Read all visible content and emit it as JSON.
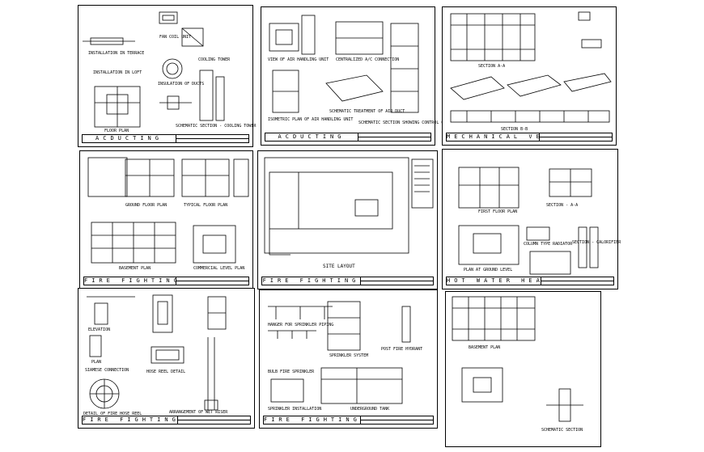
{
  "sheets": [
    {
      "id": "s1",
      "banner": "ACDUCTING",
      "labels": [
        "INSTALLATION IN TERRACE",
        "FAN COIL UNIT",
        "INSTALLATION IN LOFT",
        "INSULATION OF DUCTS",
        "COOLING TOWER",
        "FLOOR PLAN",
        "SCHEMATIC SECTION - COOLING TOWER"
      ]
    },
    {
      "id": "s2",
      "banner": "ACDUCTING",
      "labels": [
        "VIEW OF AIR HANDLING UNIT",
        "CENTRALIZED A/C CONNECTION",
        "ISOMETRIC PLAN OF AIR HANDLING UNIT",
        "SCHEMATIC TREATMENT OF AIR DUCT",
        "SCHEMATIC SECTION SHOWING CONTROL OF CHILLED WATER SYSTEM"
      ]
    },
    {
      "id": "s3",
      "banner": "MECHANICAL VENTILATION",
      "labels": [
        "SECTION A-A",
        "SECTION B-B"
      ]
    },
    {
      "id": "s4",
      "banner": "FIRE FIGHTING",
      "labels": [
        "GROUND FLOOR PLAN",
        "TYPICAL FLOOR PLAN",
        "BASEMENT PLAN",
        "COMMERCIAL LEVEL PLAN"
      ]
    },
    {
      "id": "s5",
      "banner": "FIRE FIGHTING",
      "labels": [
        "SITE LAYOUT"
      ]
    },
    {
      "id": "s6",
      "banner": "HOT WATER HEATING",
      "labels": [
        "FIRST FLOOR PLAN",
        "SECTION - A-A",
        "PLAN AT GROUND LEVEL",
        "COLUMN TYPE RADIATOR",
        "SECTION - CALORIFIER"
      ]
    },
    {
      "id": "s7",
      "banner": "FIRE FIGHTING",
      "labels": [
        "ELEVATION",
        "PLAN",
        "SIAMESE CONNECTION",
        "HOSE REEL DETAIL",
        "DETAIL OF FIRE HOSE REEL",
        "ARRANGEMENT OF WET RISER"
      ]
    },
    {
      "id": "s8",
      "banner": "FIRE FIGHTING",
      "labels": [
        "HANGER FOR SPRINKLER PIPING",
        "SPRINKLER SYSTEM",
        "BULB FIRE SPRINKLER",
        "SPRINKLER INSTALLATION",
        "UNDERGROUND TANK",
        "POST FIRE HYDRANT"
      ]
    },
    {
      "id": "s9",
      "banner": "",
      "labels": [
        "BASEMENT PLAN",
        "SCHEMATIC SECTION"
      ]
    }
  ]
}
